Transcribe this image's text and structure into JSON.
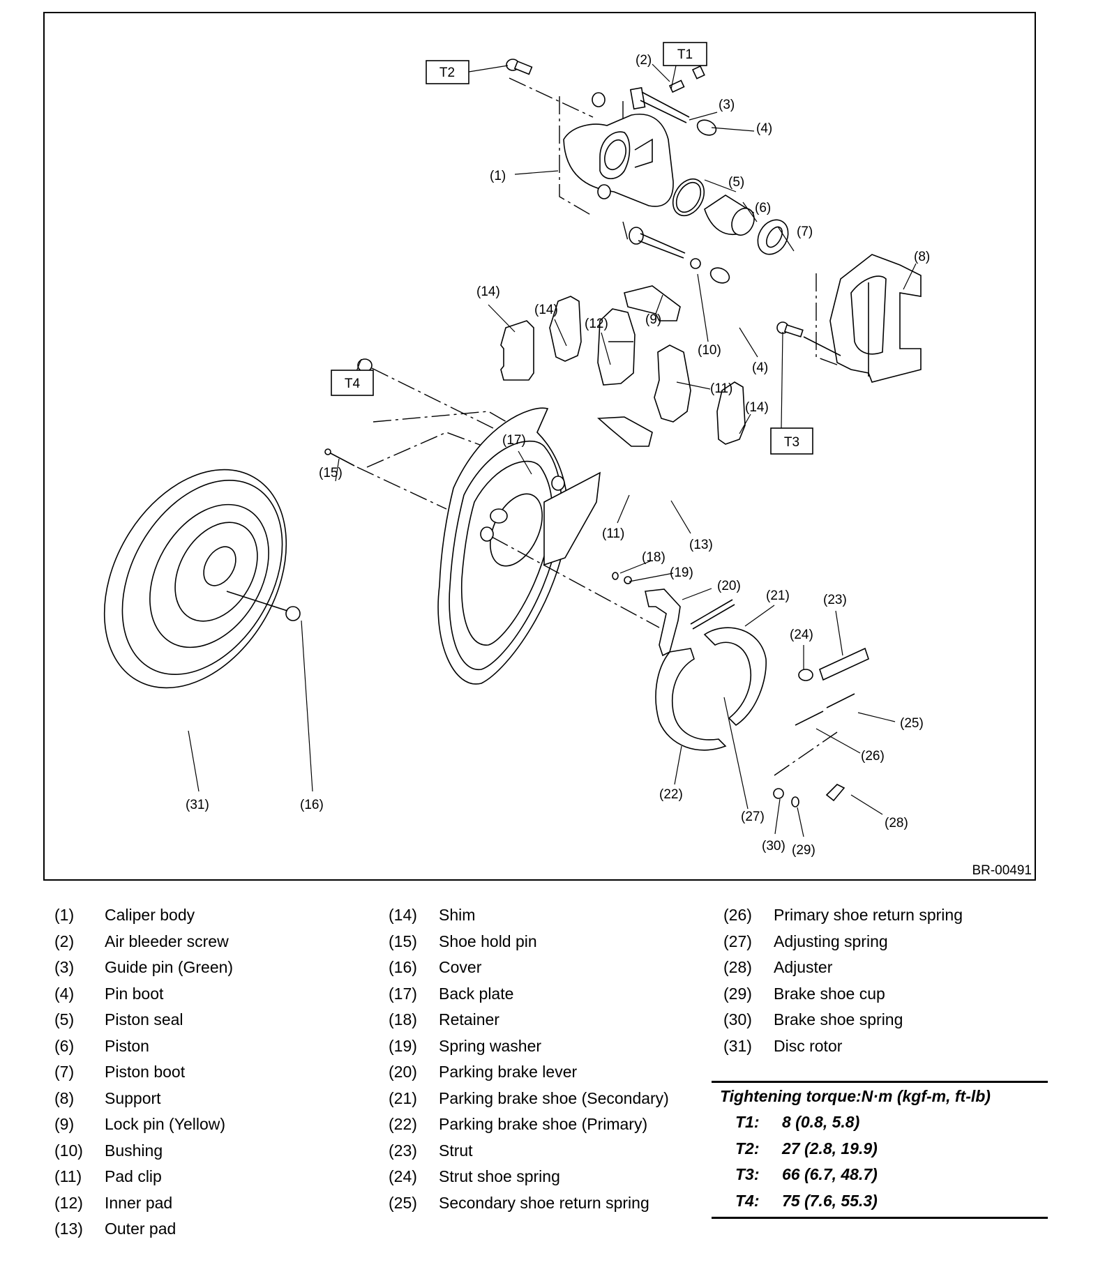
{
  "figure_id": "BR-00491",
  "callouts": {
    "torque_tags": [
      "T1",
      "T2",
      "T3",
      "T4"
    ],
    "part_numbers": [
      "(1)",
      "(2)",
      "(3)",
      "(4)",
      "(5)",
      "(6)",
      "(7)",
      "(8)",
      "(9)",
      "(10)",
      "(4)",
      "(11)",
      "(12)",
      "(13)",
      "(14)",
      "(14)",
      "(14)",
      "(15)",
      "(16)",
      "(17)",
      "(11)",
      "(18)",
      "(19)",
      "(20)",
      "(21)",
      "(22)",
      "(23)",
      "(24)",
      "(25)",
      "(26)",
      "(27)",
      "(28)",
      "(29)",
      "(30)",
      "(31)"
    ]
  },
  "legend": {
    "column1": [
      {
        "num": "(1)",
        "name": "Caliper body"
      },
      {
        "num": "(2)",
        "name": "Air bleeder screw"
      },
      {
        "num": "(3)",
        "name": "Guide pin (Green)"
      },
      {
        "num": "(4)",
        "name": "Pin boot"
      },
      {
        "num": "(5)",
        "name": "Piston seal"
      },
      {
        "num": "(6)",
        "name": "Piston"
      },
      {
        "num": "(7)",
        "name": "Piston boot"
      },
      {
        "num": "(8)",
        "name": "Support"
      },
      {
        "num": "(9)",
        "name": "Lock pin (Yellow)"
      },
      {
        "num": "(10)",
        "name": "Bushing"
      },
      {
        "num": "(11)",
        "name": "Pad clip"
      },
      {
        "num": "(12)",
        "name": "Inner pad"
      },
      {
        "num": "(13)",
        "name": "Outer pad"
      }
    ],
    "column2": [
      {
        "num": "(14)",
        "name": "Shim"
      },
      {
        "num": "(15)",
        "name": "Shoe hold pin"
      },
      {
        "num": "(16)",
        "name": "Cover"
      },
      {
        "num": "(17)",
        "name": "Back plate"
      },
      {
        "num": "(18)",
        "name": "Retainer"
      },
      {
        "num": "(19)",
        "name": "Spring washer"
      },
      {
        "num": "(20)",
        "name": "Parking brake lever"
      },
      {
        "num": "(21)",
        "name": "Parking brake shoe (Secondary)"
      },
      {
        "num": "(22)",
        "name": "Parking brake shoe (Primary)"
      },
      {
        "num": "(23)",
        "name": "Strut"
      },
      {
        "num": "(24)",
        "name": "Strut shoe spring"
      },
      {
        "num": "(25)",
        "name": "Secondary shoe return spring"
      }
    ],
    "column3": [
      {
        "num": "(26)",
        "name": "Primary shoe return spring"
      },
      {
        "num": "(27)",
        "name": "Adjusting spring"
      },
      {
        "num": "(28)",
        "name": "Adjuster"
      },
      {
        "num": "(29)",
        "name": "Brake shoe cup"
      },
      {
        "num": "(30)",
        "name": "Brake shoe spring"
      },
      {
        "num": "(31)",
        "name": "Disc rotor"
      }
    ]
  },
  "torque": {
    "title": "Tightening torque:N·m (kgf-m, ft-lb)",
    "rows": [
      {
        "code": "T1:",
        "value": "8 (0.8, 5.8)"
      },
      {
        "code": "T2:",
        "value": "27 (2.8, 19.9)"
      },
      {
        "code": "T3:",
        "value": "66 (6.7, 48.7)"
      },
      {
        "code": "T4:",
        "value": "75 (7.6, 55.3)"
      }
    ]
  }
}
